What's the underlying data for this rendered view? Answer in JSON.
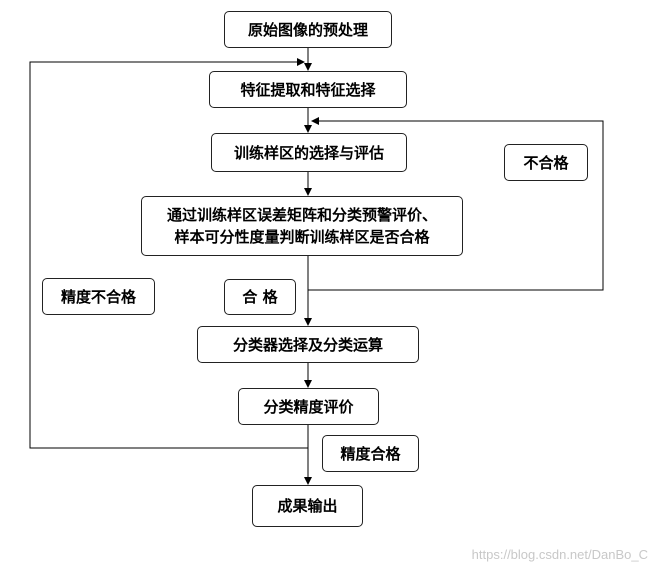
{
  "flow": {
    "preprocess": "原始图像的预处理",
    "feature": "特征提取和特征选择",
    "sample_select": "训练样区的选择与评估",
    "evaluate_line1": "通过训练样区误差矩阵和分类预警评价、",
    "evaluate_line2": "样本可分性度量判断训练样区是否合格",
    "classify": "分类器选择及分类运算",
    "accuracy": "分类精度评价",
    "output": "成果输出"
  },
  "labels": {
    "fail": "不合格",
    "accuracy_fail": "精度不合格",
    "pass": "合 格",
    "accuracy_pass": "精度合格"
  },
  "watermark": "https://blog.csdn.net/DanBo_C"
}
